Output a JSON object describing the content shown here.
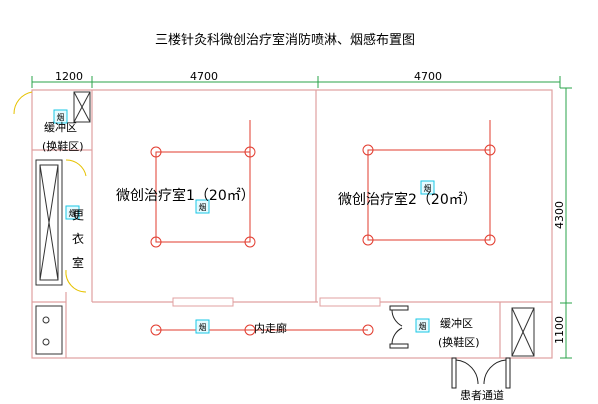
{
  "title": "三楼针灸科微创治疗室消防喷淋、烟感布置图",
  "dimensions": {
    "top_left": "1200",
    "top_mid": "4700",
    "top_right": "4700",
    "right_upper": "4300",
    "right_lower": "1100"
  },
  "rooms": {
    "buffer_left": [
      "缓冲区",
      "(换鞋区)"
    ],
    "changing_room": [
      "更",
      "衣",
      "室"
    ],
    "treatment_1": "微创治疗室1（20㎡）",
    "treatment_2": "微创治疗室2（20㎡）",
    "corridor": "内走廊",
    "buffer_right": [
      "缓冲区",
      "(换鞋区)"
    ],
    "patient_passage": "患者通道"
  },
  "detector_labels": {
    "left_buffer": "烟",
    "changing_room": "烟",
    "room1": "烟",
    "room2": "烟",
    "corridor": "烟",
    "right_buffer": "烟"
  },
  "colors": {
    "wall": "#e0a0a0",
    "sprinkler": "#e23b2e",
    "dimension": "#2aa34a",
    "detector": "#19c7e6",
    "door_arc": "#e6c200",
    "fixture": "#333333"
  }
}
